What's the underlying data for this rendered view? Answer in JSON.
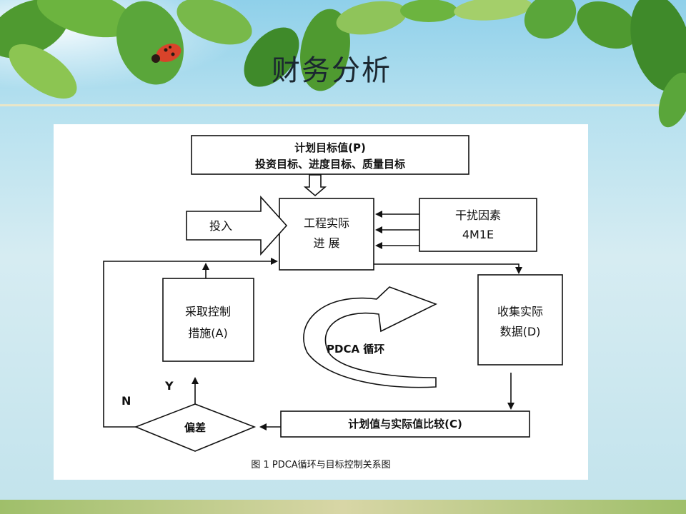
{
  "slide": {
    "title": "财务分析"
  },
  "diagram": {
    "plan": {
      "line1": "计划目标值(P)",
      "line2": "投资目标、进度目标、质量目标"
    },
    "input": "投入",
    "progress": {
      "line1": "工程实际",
      "line2": "进  展"
    },
    "interference": {
      "line1": "干扰因素",
      "line2": "4M1E"
    },
    "collect": {
      "line1": "收集实际",
      "line2": "数据(D)"
    },
    "measures": {
      "line1": "采取控制",
      "line2": "措施(A)"
    },
    "cycle": "PDCA 循环",
    "compare": "计划值与实际值比较(C)",
    "deviation": "偏差",
    "yes": "Y",
    "no": "N",
    "caption": "图 1  PDCA循环与目标控制关系图"
  },
  "colors": {
    "sky": "#7cc4e2",
    "leaf": "#5aa63a",
    "leaf_dark": "#2f7a24",
    "sand": "#c9c38a"
  }
}
